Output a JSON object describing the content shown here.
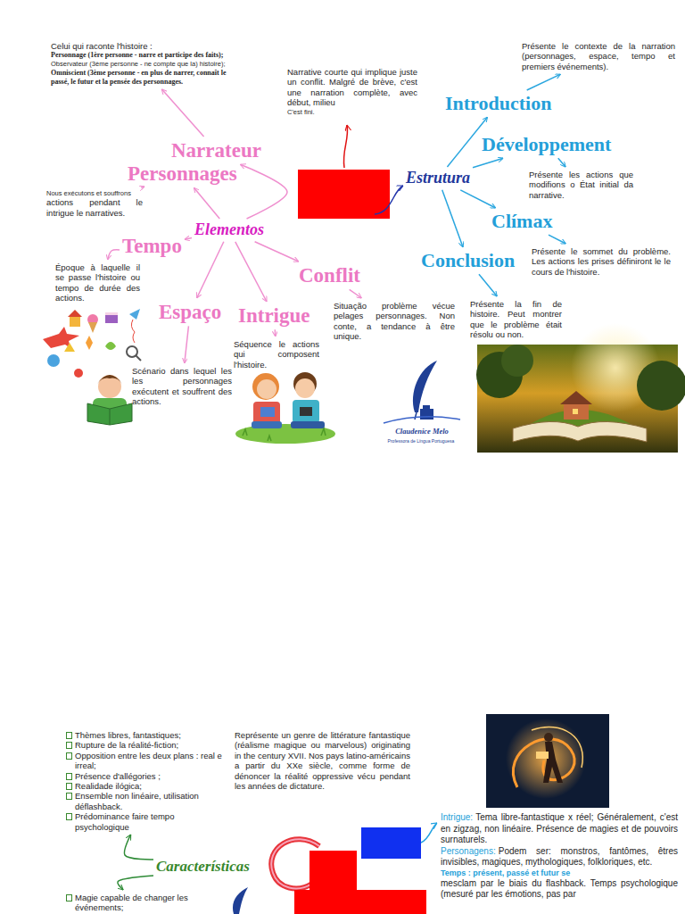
{
  "diagram": {
    "nodes": [
      {
        "text": [
          "Celui qui raconte l'histoire :",
          "Personnage (1ère personne - narre et participe des faits);",
          "Observateur (3ème personne - ne compte que la) histoire);",
          "Omniscient (3ème personne - en plus de narrer, connaît le passé, le futur et la pensée des personnages."
        ]
      },
      {
        "text": [
          "Narrateur"
        ]
      },
      {
        "text": [
          "Personnages"
        ]
      },
      {
        "text": [
          "Nous exécutons et souffrons",
          "actions pendant le intrigue le narratives."
        ]
      },
      {
        "text": [
          "Tempo"
        ]
      },
      {
        "text": [
          "Époque à laquelle il se passe l'histoire ou tempo de durée des actions."
        ]
      },
      {
        "text": [
          "Elementos"
        ]
      },
      {
        "text": [
          "Espaço"
        ]
      },
      {
        "text": [
          "Intrigue"
        ]
      },
      {
        "text": [
          "Conflit"
        ]
      },
      {
        "text": [
          "Scénario dans lequel les les personnages exécutent et souffrent des actions."
        ]
      },
      {
        "text": [
          "Séquence le actions qui composent l'histoire."
        ]
      },
      {
        "text": [
          "Situação problème vécue pelages personnages. Non conte, a tendance à être unique."
        ]
      },
      {
        "text": [
          "Narrative courte qui implique juste un conflit. Malgré de brève, c'est une narration complète, avec début, milieu",
          "C'est fini."
        ]
      },
      {
        "text": [
          "Estrutura"
        ]
      },
      {
        "text": [
          "Introduction"
        ]
      },
      {
        "text": [
          "Présente le contexte de la narration (personnages, espace, tempo et premiers événements)."
        ]
      },
      {
        "text": [
          "Développement"
        ]
      },
      {
        "text": [
          "Présente les actions que modifions o État initial da narrative."
        ]
      },
      {
        "text": [
          "Clímax"
        ]
      },
      {
        "text": [
          "Présente le sommet du problème. Les actions les prises définiront le le cours de l'histoire."
        ]
      },
      {
        "text": [
          "Conclusion"
        ]
      },
      {
        "text": [
          "Présente la fin de histoire. Peut montrer que le problème était résolu ou non."
        ]
      },
      {
        "text": [
          "Thèmes libres, fantastiques;",
          "Rupture de la réalité-fiction;",
          "Opposition entre les deux plans : real e irreal;",
          "Présence d'allégories ;",
          "Realidade ilógica;",
          "Ensemble non linéaire, utilisation déflashback.",
          "Prédominance faire tempo psychologique"
        ]
      },
      {
        "text": [
          "Représente un genre de littérature fantastique (réalisme magique ou marvelous) originating in the century XVII. Nos pays latino-américains a partir du XXe siècle, comme forme de dénoncer la réalité oppressive vécu pendant les années de dictature."
        ]
      },
      {
        "text": [
          "Intrigue:",
          "Tema libre-fantastique x réel; Généralement, c'est en zigzag, non linéaire. Présence de magies et de pouvoirs surnaturels.",
          "Personagens:",
          "Podem ser: monstros, fantômes, êtres invisibles, magiques, mythologiques, folkloriques, etc.",
          "Temps : présent, passé et futur se",
          "mesclam par le biais du flashback. Temps psychologique (mesuré par les émotions, pas par"
        ]
      },
      {
        "text": [
          "Características"
        ]
      },
      {
        "text": [
          "Magie capable de changer les événements;"
        ]
      }
    ],
    "edges": [
      {
        "from": 6,
        "to": 1,
        "arrow": "to"
      },
      {
        "from": 1,
        "to": 0,
        "arrow": "to"
      },
      {
        "from": 6,
        "to": 2,
        "arrow": "to"
      },
      {
        "from": 2,
        "to": 3,
        "arrow": "to"
      },
      {
        "from": 6,
        "to": 4,
        "arrow": "to"
      },
      {
        "from": 4,
        "to": 5,
        "arrow": "to"
      },
      {
        "from": 6,
        "to": 7,
        "arrow": "to"
      },
      {
        "from": 7,
        "to": 10,
        "arrow": "to"
      },
      {
        "from": 6,
        "to": 8,
        "arrow": "to"
      },
      {
        "from": 8,
        "to": 11,
        "arrow": "to"
      },
      {
        "from": 6,
        "to": 9,
        "arrow": "to"
      },
      {
        "from": 9,
        "to": 12,
        "arrow": "to"
      },
      {
        "from": 14,
        "to": 15,
        "arrow": "to"
      },
      {
        "from": 15,
        "to": 16,
        "arrow": "to"
      },
      {
        "from": 14,
        "to": 17,
        "arrow": "to"
      },
      {
        "from": 17,
        "to": 18,
        "arrow": "to"
      },
      {
        "from": 14,
        "to": 19,
        "arrow": "to"
      },
      {
        "from": 19,
        "to": 20,
        "arrow": "to"
      },
      {
        "from": 14,
        "to": 21,
        "arrow": "to"
      },
      {
        "from": 21,
        "to": 22,
        "arrow": "to"
      },
      {
        "from": 26,
        "to": 23,
        "arrow": "to"
      },
      {
        "from": 26,
        "to": 27,
        "arrow": "to"
      }
    ],
    "labels": [
      "Claudenice Melo",
      "Professora de Língua Portuguesa"
    ]
  }
}
